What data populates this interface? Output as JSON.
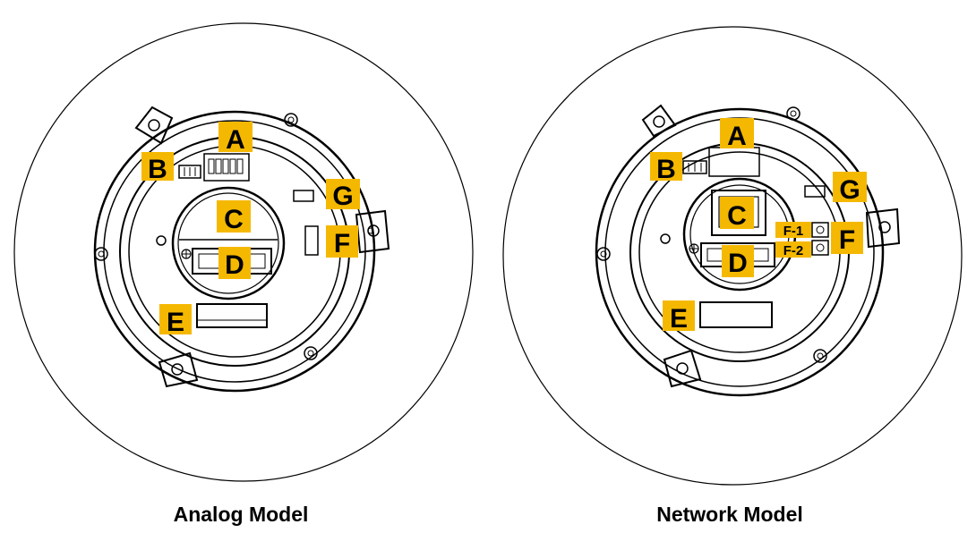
{
  "models": [
    {
      "caption": "Analog Model",
      "labels": {
        "A": "A",
        "B": "B",
        "C": "C",
        "D": "D",
        "E": "E",
        "F": "F",
        "G": "G"
      }
    },
    {
      "caption": "Network Model",
      "labels": {
        "A": "A",
        "B": "B",
        "C": "C",
        "D": "D",
        "E": "E",
        "F": "F",
        "G": "G",
        "F1": "F-1",
        "F2": "F-2"
      }
    }
  ],
  "colors": {
    "highlight": "#f5b800",
    "line": "#000000",
    "background": "#ffffff"
  }
}
